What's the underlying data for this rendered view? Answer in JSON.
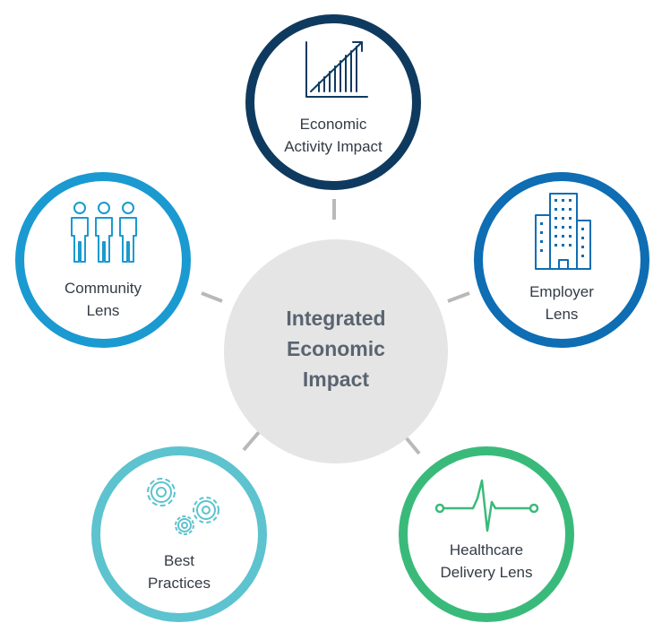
{
  "center": {
    "line1": "Integrated",
    "line2": "Economic",
    "line3": "Impact"
  },
  "nodes": [
    {
      "id": "economic-activity",
      "line1": "Economic",
      "line2": "Activity Impact",
      "color": "#0f3a5f",
      "icon": "growth-chart-icon"
    },
    {
      "id": "employer",
      "line1": "Employer",
      "line2": "Lens",
      "color": "#0e6db3",
      "icon": "office-building-icon"
    },
    {
      "id": "healthcare-delivery",
      "line1": "Healthcare",
      "line2": "Delivery Lens",
      "color": "#3aba7a",
      "icon": "heartbeat-icon"
    },
    {
      "id": "best-practices",
      "line1": "Best",
      "line2": "Practices",
      "color": "#5cc3cf",
      "icon": "gears-icon"
    },
    {
      "id": "community",
      "line1": "Community",
      "line2": "Lens",
      "color": "#1a9ad0",
      "icon": "people-icon"
    }
  ],
  "colors": {
    "center_fill": "#e5e5e5",
    "connector": "#b9b9b9",
    "center_text": "#5a6470",
    "node_text": "#333b45"
  }
}
